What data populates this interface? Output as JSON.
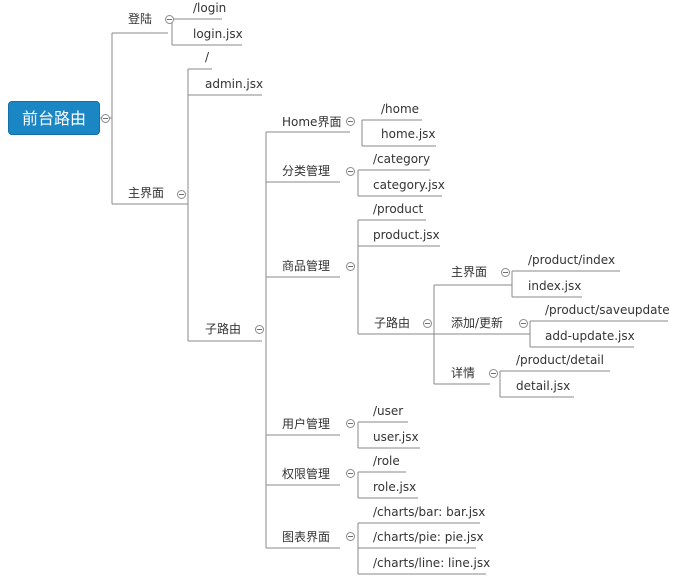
{
  "root": {
    "label": "前台路由",
    "color": "#1a86c4"
  },
  "login": {
    "label": "登陆",
    "path": "/login",
    "file": "login.jsx"
  },
  "main": {
    "label": "主界面",
    "path": "/",
    "file": "admin.jsx",
    "subroutes": {
      "label": "子路由",
      "home": {
        "label": "Home界面",
        "path": "/home",
        "file": "home.jsx"
      },
      "category": {
        "label": "分类管理",
        "path": "/category",
        "file": "category.jsx"
      },
      "product": {
        "label": "商品管理",
        "path": "/product",
        "file": "product.jsx",
        "subroutes": {
          "label": "子路由",
          "main": {
            "label": "主界面",
            "path": "/product/index",
            "file": "index.jsx"
          },
          "addupdate": {
            "label": "添加/更新",
            "path": "/product/saveupdate",
            "file": "add-update.jsx"
          },
          "detail": {
            "label": "详情",
            "path": "/product/detail",
            "file": "detail.jsx"
          }
        }
      },
      "user": {
        "label": "用户管理",
        "path": "/user",
        "file": "user.jsx"
      },
      "role": {
        "label": "权限管理",
        "path": "/role",
        "file": "role.jsx"
      },
      "charts": {
        "label": "图表界面",
        "bar": "/charts/bar: bar.jsx",
        "pie": "/charts/pie: pie.jsx",
        "line": "/charts/line:  line.jsx"
      }
    }
  }
}
